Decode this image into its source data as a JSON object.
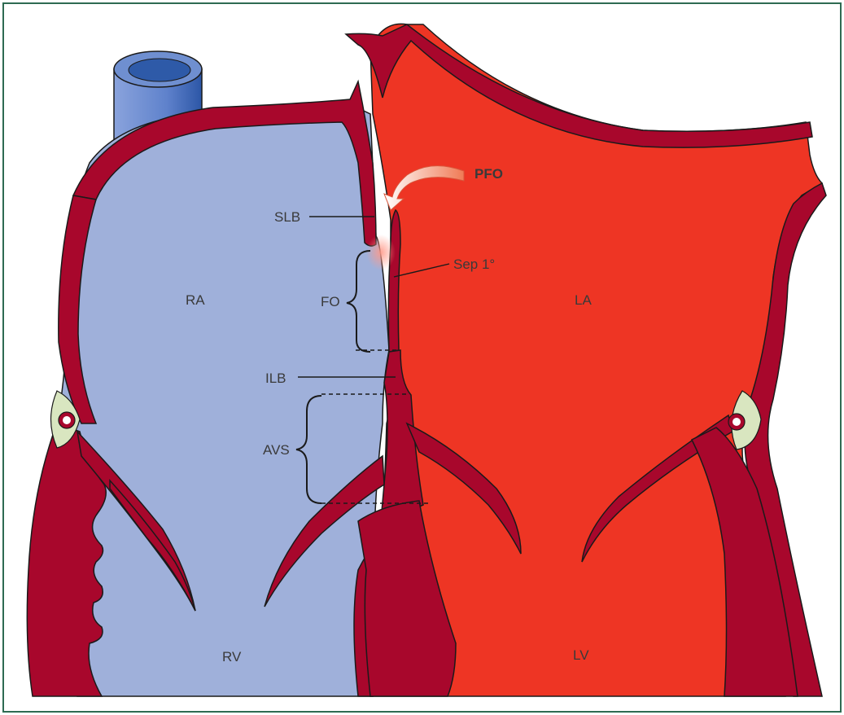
{
  "labels": {
    "pfo": "PFO",
    "slb": "SLB",
    "sep": "Sep 1°",
    "fo": "FO",
    "ra": "RA",
    "la": "LA",
    "ilb": "ILB",
    "avs": "AVS",
    "rv": "RV",
    "lv": "LV"
  },
  "colors": {
    "frame": "#2e6b52",
    "right_heart": "#9fb0da",
    "left_heart": "#ee3524",
    "wall": "#a8072c",
    "vessel": "#6f8fd0",
    "vessel_dark": "#2e5aa8",
    "coronary_fat": "#d9e6c0",
    "outline": "#1a1a1a"
  }
}
